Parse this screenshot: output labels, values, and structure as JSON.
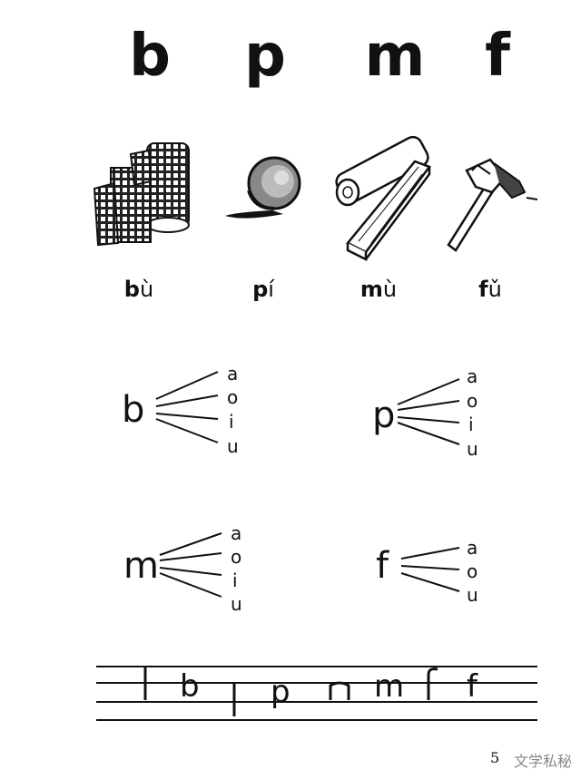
{
  "header_letters": [
    "b",
    "p",
    "m",
    "f"
  ],
  "illustrations": [
    {
      "icon": "cloth-bolts-icon"
    },
    {
      "icon": "ball-icon"
    },
    {
      "icon": "wood-log-plank-icon"
    },
    {
      "icon": "axe-icon"
    }
  ],
  "syllables": [
    {
      "initial": "b",
      "final": "ù"
    },
    {
      "initial": "p",
      "final": "í"
    },
    {
      "initial": "m",
      "final": "ù"
    },
    {
      "initial": "f",
      "final": "ǔ"
    }
  ],
  "fans": [
    {
      "consonant": "b",
      "vowels": [
        "a",
        "o",
        "i",
        "u"
      ]
    },
    {
      "consonant": "p",
      "vowels": [
        "a",
        "o",
        "i",
        "u"
      ]
    },
    {
      "consonant": "m",
      "vowels": [
        "a",
        "o",
        "i",
        "u"
      ]
    },
    {
      "consonant": "f",
      "vowels": [
        "a",
        "o",
        "u"
      ]
    }
  ],
  "writing_practice": [
    "b",
    "p",
    "m",
    "f"
  ],
  "page_number": "5",
  "watermark": "文学私秘"
}
